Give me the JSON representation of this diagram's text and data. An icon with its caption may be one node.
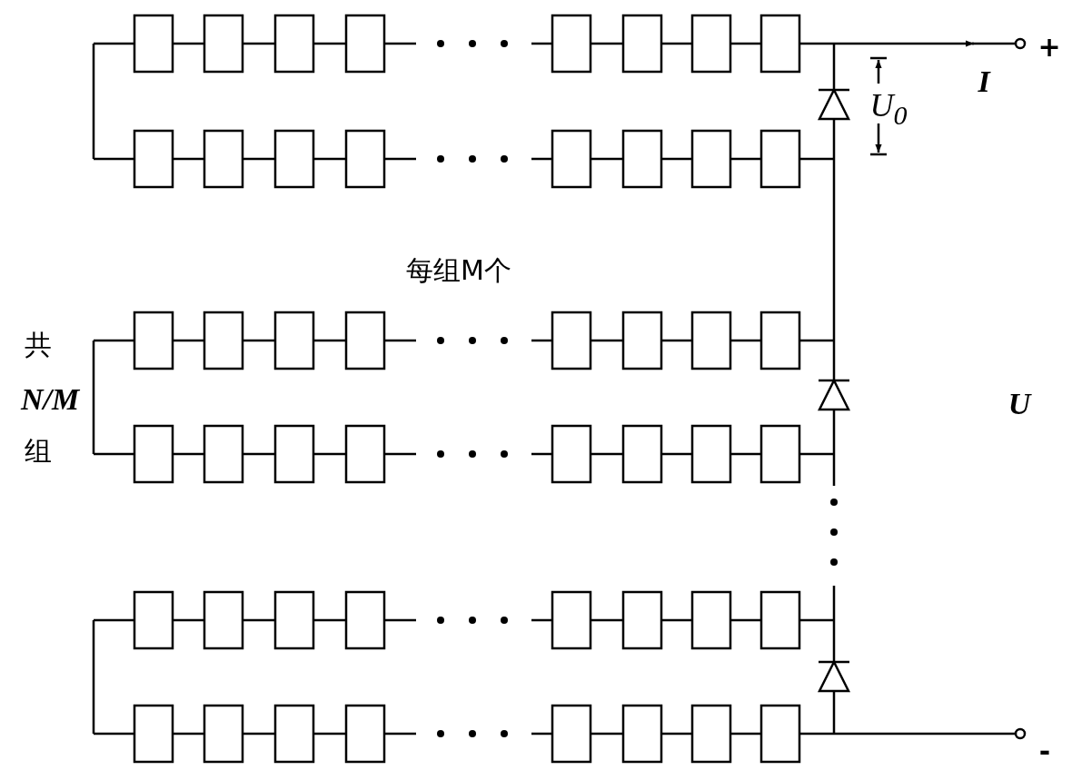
{
  "diagram": {
    "labels": [
      "+",
      "I",
      "*U*$_{0}$",
      "每组M个",
      "共",
      "N/M",
      "组",
      "U",
      "-"
    ]
  }
}
